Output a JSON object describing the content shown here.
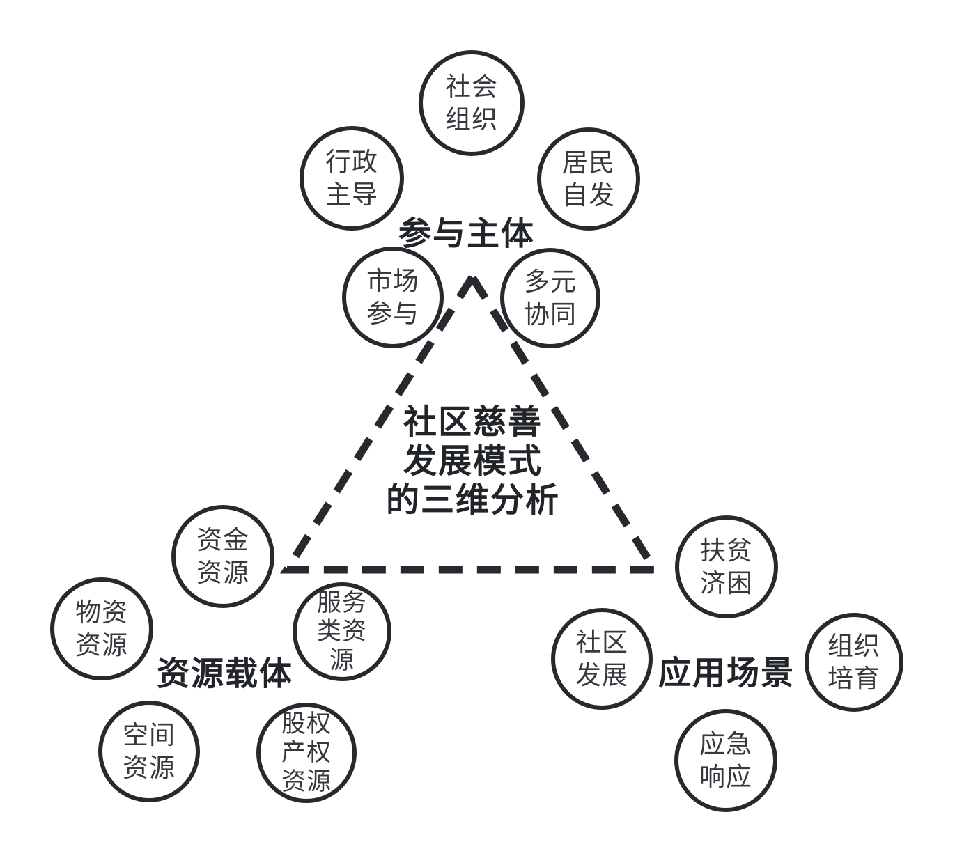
{
  "title": "社区慈善\n发展模式\n的三维分析",
  "groups": [
    {
      "label": "参与主体",
      "nodes": [
        {
          "id": "social-organization",
          "label": "社会\n组织"
        },
        {
          "id": "administration-led",
          "label": "行政\n主导"
        },
        {
          "id": "resident-initiated",
          "label": "居民\n自发"
        },
        {
          "id": "market-participation",
          "label": "市场\n参与"
        },
        {
          "id": "multi-collaboration",
          "label": "多元\n协同"
        }
      ]
    },
    {
      "label": "资源载体",
      "nodes": [
        {
          "id": "fund-resources",
          "label": "资金\n资源"
        },
        {
          "id": "material-resources",
          "label": "物资\n资源"
        },
        {
          "id": "service-resources",
          "label": "服务\n类资\n源"
        },
        {
          "id": "space-resources",
          "label": "空间\n资源"
        },
        {
          "id": "equity-property-resources",
          "label": "股权\n产权\n资源"
        }
      ]
    },
    {
      "label": "应用场景",
      "nodes": [
        {
          "id": "poverty-relief",
          "label": "扶贫\n济困"
        },
        {
          "id": "community-development",
          "label": "社区\n发展"
        },
        {
          "id": "organization-cultivation",
          "label": "组织\n培育"
        },
        {
          "id": "emergency-response",
          "label": "应急\n响应"
        }
      ]
    }
  ],
  "colors": {
    "background": "#ffffff",
    "stroke": "#26292d",
    "node_text": "#35393e",
    "label_text": "#212428"
  }
}
